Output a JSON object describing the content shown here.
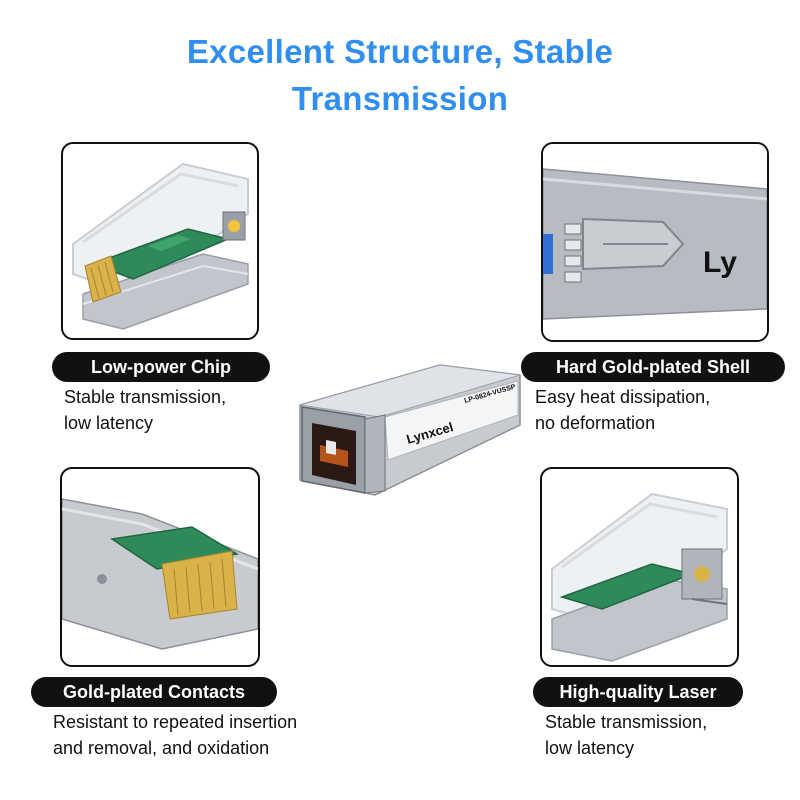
{
  "title": {
    "line1": "Excellent Structure, Stable",
    "line2": "Transmission"
  },
  "product": {
    "brand": "Lynxcel",
    "model": "LP-0824-VUSSP"
  },
  "features": [
    {
      "label": "Low-power Chip",
      "desc": [
        "Stable transmission,",
        "low latency"
      ],
      "image": "chip-module-image"
    },
    {
      "label": "Hard Gold-plated Shell",
      "desc": [
        "Easy heat dissipation,",
        "no deformation"
      ],
      "image": "shell-image",
      "brand_fragment": "Ly"
    },
    {
      "label": "Gold-plated Contacts",
      "desc": [
        "Resistant to repeated insertion",
        "and removal, and oxidation"
      ],
      "image": "contacts-image"
    },
    {
      "label": "High-quality Laser",
      "desc": [
        "Stable transmission,",
        "low latency"
      ],
      "image": "laser-image"
    }
  ],
  "colors": {
    "title": "#2f8ef0",
    "pill": "#111111",
    "pcb": "#2f8a5a",
    "gold": "#d9b24a",
    "metal": "#b8bcc2"
  }
}
